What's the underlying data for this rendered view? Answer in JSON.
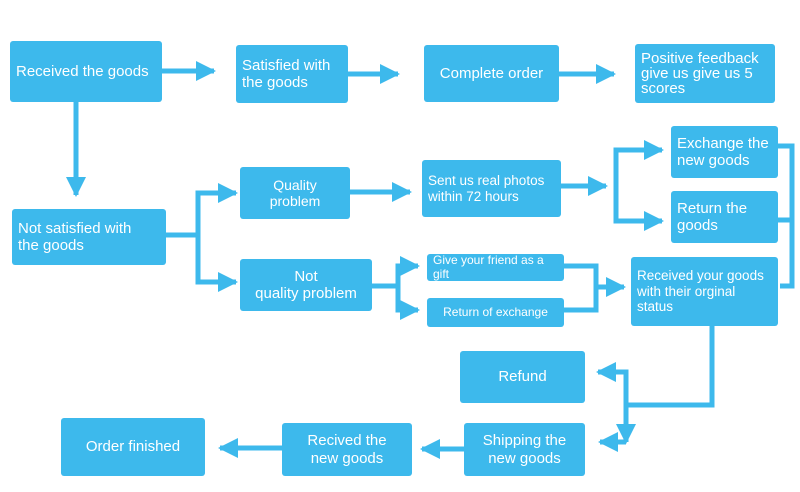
{
  "colors": {
    "box": "#3db9ec",
    "arrow": "#3db9ec",
    "text": "#ffffff",
    "background": "#ffffff"
  },
  "nodes": {
    "received": "Received the goods",
    "satisfied": "Satisfied with\nthe goods",
    "complete": "Complete order",
    "positive": "Positive feedback\ngive us give us 5\nscores",
    "not_satisfied": "Not satisfied with\nthe goods",
    "quality": "Quality problem",
    "not_quality": "Not\nquality problem",
    "photos": "Sent us real photos\nwithin 72 hours",
    "exchange_new": "Exchange the\nnew goods",
    "return_goods": "Return the\ngoods",
    "gift": "Give your friend as a gift",
    "return_exchange": "Return of exchange",
    "received_original": "Received your goods\nwith their orginal\nstatus",
    "refund": "Refund",
    "shipping": "Shipping the\nnew goods",
    "recived_new": "Recived the\nnew goods",
    "finished": "Order finished"
  }
}
